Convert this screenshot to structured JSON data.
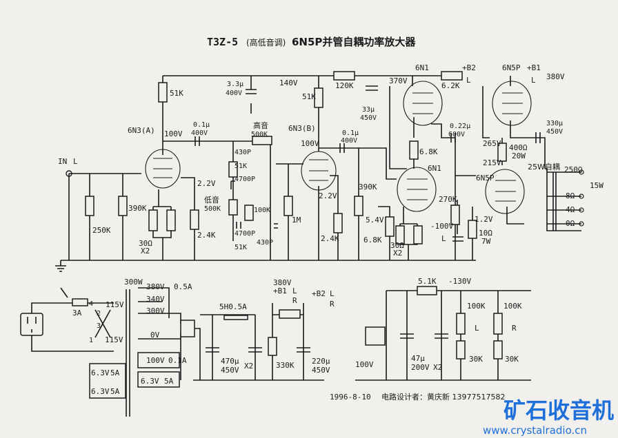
{
  "title": {
    "model": "T3Z-5",
    "sub": "(高低音调)",
    "main": "6N5P并管自耦功率放大器"
  },
  "labels": {
    "in": "IN",
    "in_l": "L",
    "r51k_top": "51K",
    "tube_a": "6N3(A)",
    "v100_a": "100V",
    "c01_a": "0.1µ",
    "c01_a_v": "400V",
    "v2_2_a": "2.2V",
    "r390k": "390K",
    "r250k": "250K",
    "r30_a": "30Ω",
    "x2_a": "X2",
    "r2_4k_a": "2.4K",
    "treble": "高音",
    "r500k_t": "500K",
    "c430p_t": "430P",
    "r51k_t": "51K",
    "c4700p_t": "4700P",
    "bass": "低音",
    "r500k_b": "500K",
    "r100k_b": "100K",
    "c4700p_b": "4700P",
    "r51k_b": "51K",
    "c430p_b": "430P",
    "c3_3": "3.3µ",
    "c3_3_v": "400V",
    "v140": "140V",
    "r51k_b2": "51K",
    "tube_b": "6N3(B)",
    "v100_b": "100V",
    "c01_b": "0.1µ",
    "c01_b_v": "400V",
    "r1m": "1M",
    "v2_2_b": "2.2V",
    "r2_4k_b": "2.4K",
    "r390k_b": "390K",
    "r120k": "120K",
    "c33": "33µ",
    "c33_v": "450V",
    "tube_6n1_top": "6N1",
    "v370": "370V",
    "r6_2k": "6.2K",
    "b2": "+B2",
    "l_b2": "L",
    "c022": "0.22µ",
    "c022_v": "600V",
    "r6_8k_a": "6.8K",
    "tube_6n1": "6N1",
    "v5_4": "5.4V",
    "r6_8k_b": "6.8K",
    "r30_b": "30Ω",
    "x2_b": "X2",
    "r270k": "270K",
    "vneg100": "-100V",
    "l_neg": "L",
    "tube_6n5p_top": "6N5P",
    "b1": "+B1",
    "l_b1": "L",
    "v380": "380V",
    "c330": "330µ",
    "c330_v": "450V",
    "v265": "265V",
    "r400": "400Ω",
    "r400_w": "20W",
    "v215": "215V",
    "tube_6n5p": "6N5P",
    "v1_2": "1.2V",
    "r10": "10Ω",
    "r10_w": "7W",
    "auto": "25W自耦",
    "t250": "250Ω",
    "t8": "8Ω",
    "t4": "4Ω",
    "t0": "0Ω",
    "w15": "15W",
    "pt_300": "300W",
    "pt_380": "380V",
    "pt_05": "0.5A",
    "pt_340": "340V",
    "pt_300v": "300V",
    "pt_0v": "0V",
    "pt_100": "100V",
    "pt_01": "0.1A",
    "pt_63a": "6.3V",
    "pt_5a1": "5A",
    "pt_63b": "6.3V",
    "pt_5a2": "5A",
    "pt_63c": "6.3V",
    "pt_5a3": "5A",
    "fuse": "3A",
    "pri_115a": "115V",
    "pri_115b": "115V",
    "n1": "1",
    "n2": "2",
    "n3": "3",
    "n4": "4",
    "choke": "5H0.5A",
    "c470": "470µ",
    "c470_v": "450V",
    "x2_c": "X2",
    "r330k": "330K",
    "c220": "220µ",
    "c220_v": "450V",
    "ps_380": "380V",
    "ps_b1": "+B1",
    "ps_l1": "L",
    "ps_r1": "R",
    "ps_b2": "+B2",
    "ps_l2": "L",
    "ps_r2": "R",
    "r5_1k": "5.1K",
    "neg130": "-130V",
    "ps_100v": "100V",
    "c47": "47µ",
    "c47_v": "200V",
    "x2_d": "X2",
    "r100k_l": "100K",
    "r30k_l": "30K",
    "ps_l3": "L",
    "r100k_r": "100K",
    "r30k_r": "30K",
    "ps_r3": "R",
    "date": "1996-8-10",
    "designer": "电路设计者：黄庆新  13977517582"
  },
  "watermark": {
    "cn": "矿石收音机",
    "url": "www.crystalradio.cn"
  }
}
